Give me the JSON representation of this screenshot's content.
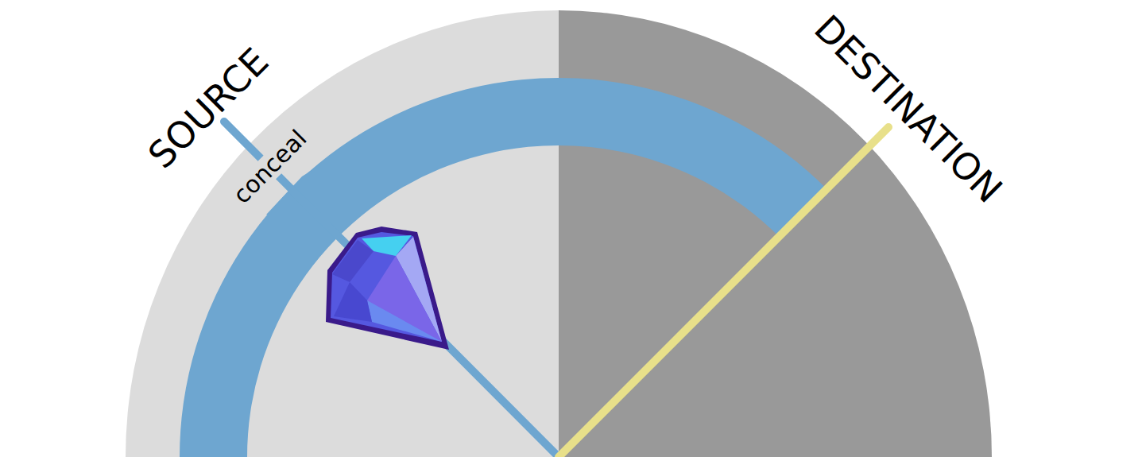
{
  "diagram": {
    "labels": [
      "SOURCE",
      "conceal",
      "DESTINATION"
    ]
  }
}
